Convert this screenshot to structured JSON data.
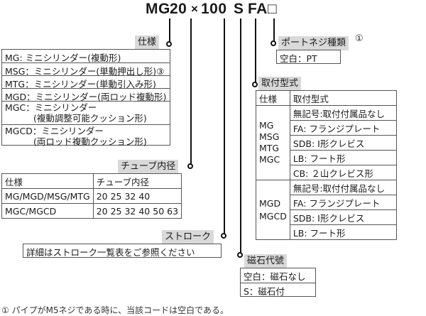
{
  "model_code": {
    "series": "MG",
    "bore": "20",
    "times": "×",
    "stroke": "100",
    "magnet": "S",
    "mount": "FA",
    "port": "□"
  },
  "port_section": {
    "title": "ポートネジ種類",
    "note_mark": "①",
    "items": [
      "空白：PT"
    ]
  },
  "spec_section": {
    "title": "仕様",
    "items": [
      "MG: ミニシリンダー(複動形)",
      "MSG：ミニシリンダー(単動押出し形)③",
      "MTG：ミニシリンダー(単動引入み形)",
      "MGD：ミニシリンダー(両ロッド複動形)",
      "MGC：ミニシリンダー",
      "(複動調整可能クッション形)",
      "MGCD：ミニシリンダー",
      "(両ロッド複動クッション形)"
    ]
  },
  "mount_section": {
    "title": "取付型式",
    "header": [
      "仕様",
      "取付型式"
    ],
    "group1": {
      "models": [
        "MG",
        "MSG",
        "MTG",
        "MGC"
      ],
      "options": [
        "無記号:取付付属品なし",
        "FA: フランジプレート",
        "SDB: I形クレビス",
        "LB: フート形",
        "CB: ２山クレビス形"
      ]
    },
    "group2": {
      "models": [
        "MGD",
        "MGCD"
      ],
      "options": [
        "無記号:取付付属品なし",
        "FA: フランジプレート",
        "SDB: I形クレビス",
        "LB: フート形"
      ]
    }
  },
  "bore_section": {
    "title": "チューブ内径",
    "header": [
      "仕様",
      "チューブ内径"
    ],
    "rows": [
      [
        "MG/MGD/MSG/MTG",
        "20 25 32 40"
      ],
      [
        "MGC/MGCD",
        "20 25 32 40 50 63"
      ]
    ]
  },
  "stroke_section": {
    "title": "ストローク",
    "items": [
      "詳細はストローク一覧表をご参照ください"
    ]
  },
  "magnet_section": {
    "title": "磁石代號",
    "items": [
      "空白：磁石なし",
      "S：磁石付"
    ]
  },
  "footnote": "① パイプがM5ネジである時に、当該コードは空白である。"
}
